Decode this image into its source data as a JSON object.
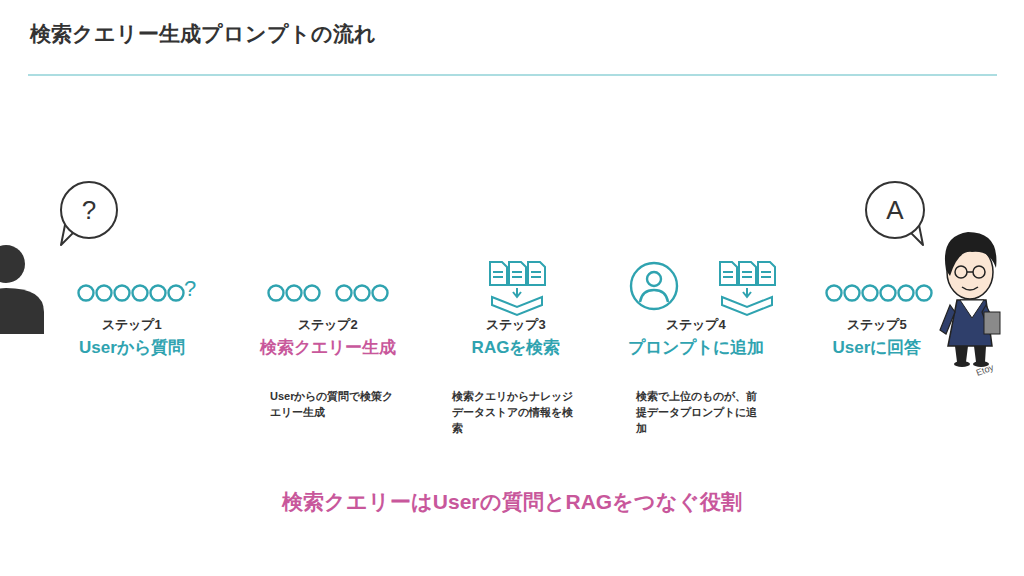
{
  "diagram": {
    "title": "検索クエリー生成プロンプトの流れ",
    "caption": "検索クエリーはUserの質問とRAGをつなぐ役割",
    "nodes": [
      {
        "text": [
          "?"
        ]
      },
      {
        "text": [
          "ステップ1",
          "Userから質問"
        ]
      },
      {
        "text": [
          "ステップ2",
          "検索クエリー生成",
          "Userからの質問で検策クエリー生成"
        ]
      },
      {
        "text": [
          "ステップ3",
          "RAGを検索",
          "検索クエリからナレッジデータストアの情報を検索"
        ]
      },
      {
        "text": [
          "ステップ4",
          "プロンプトに追加",
          "検索で上位のものが、前提データプロンプトに追加"
        ]
      },
      {
        "text": [
          "ステップ5",
          "Userに回答"
        ]
      },
      {
        "text": [
          "A"
        ]
      }
    ],
    "labels": [
      "?",
      "Etoy"
    ]
  }
}
